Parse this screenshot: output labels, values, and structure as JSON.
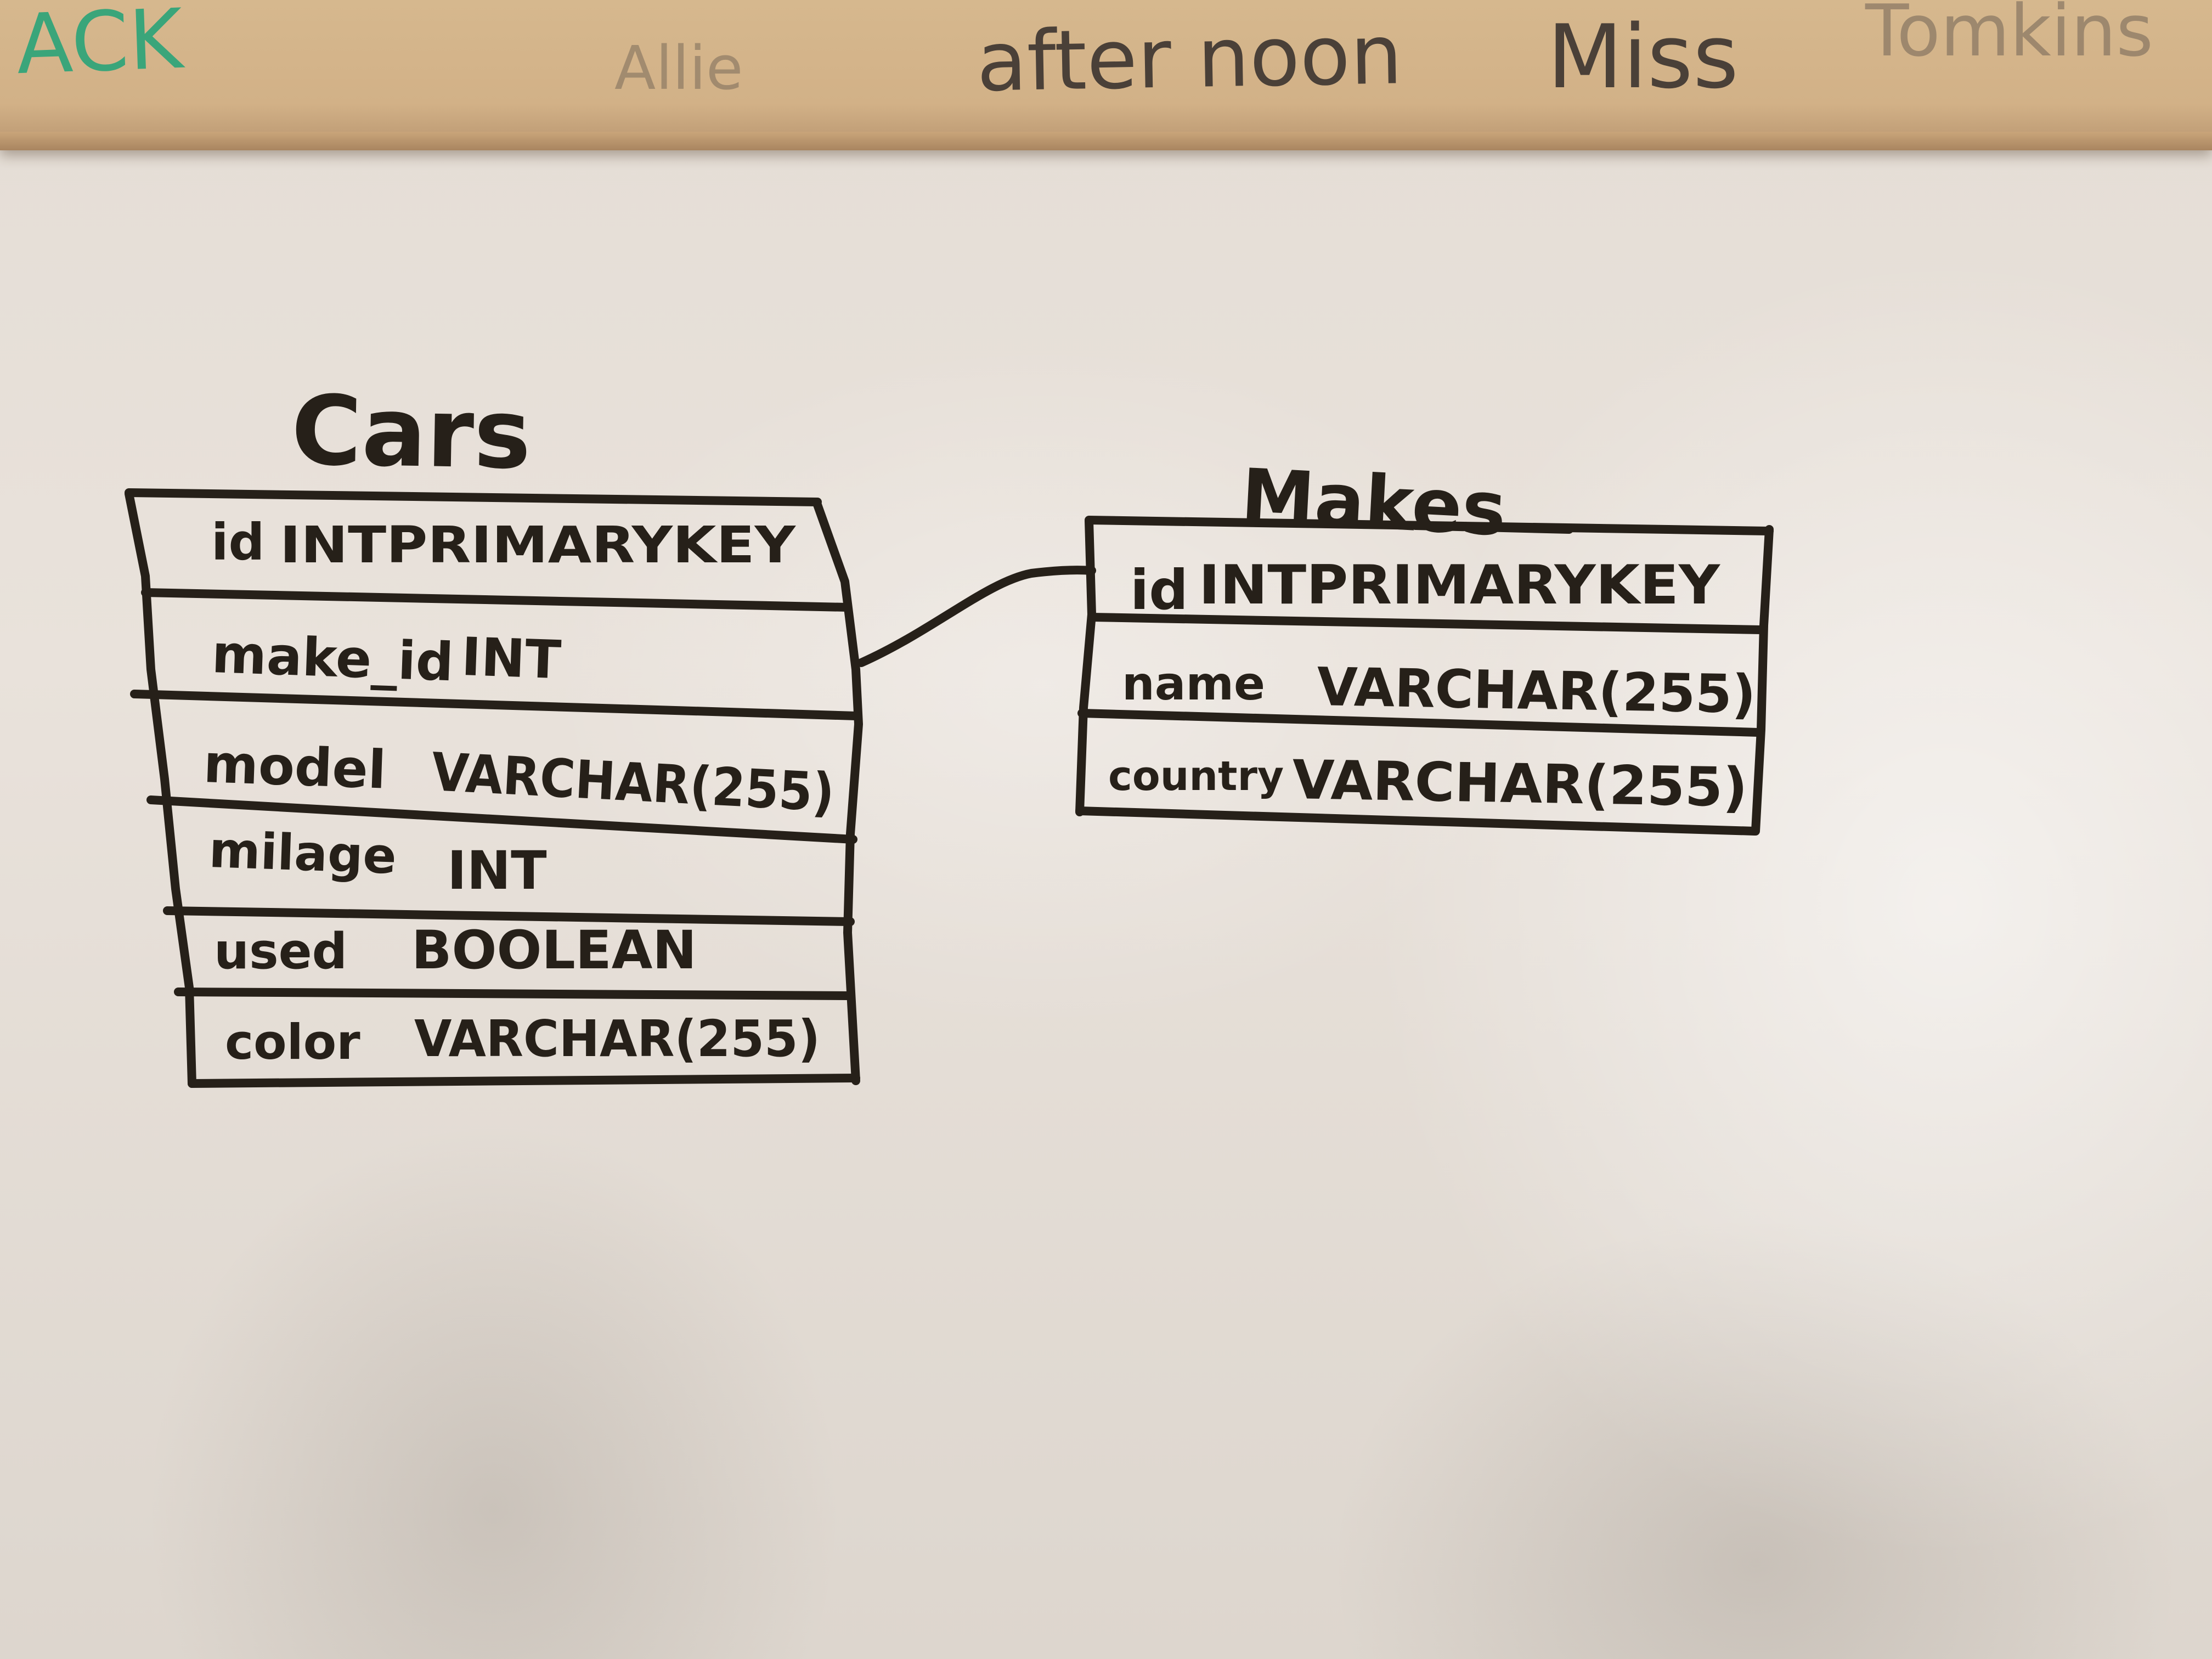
{
  "ledge_scrawls": [
    {
      "text": "ACK",
      "color": "#3aa57a"
    },
    {
      "text": "Allie",
      "color": "#8a7b6a"
    },
    {
      "text": "after noon",
      "color": "#4a4038"
    },
    {
      "text": "Miss",
      "color": "#4a4038"
    },
    {
      "text": "Tomkins",
      "color": "#8a7b6a"
    }
  ],
  "ink_color": "#262019",
  "tables": [
    {
      "name": "Cars",
      "rows": [
        {
          "column": "id",
          "type": "INTPRIMARYKEY"
        },
        {
          "column": "make_id",
          "type": "INT"
        },
        {
          "column": "model",
          "type": "VARCHAR(255)"
        },
        {
          "column": "milage",
          "type": "INT"
        },
        {
          "column": "used",
          "type": "BOOLEAN"
        },
        {
          "column": "color",
          "type": "VARCHAR(255)"
        }
      ]
    },
    {
      "name": "Makes",
      "rows": [
        {
          "column": "id",
          "type": "INTPRIMARYKEY"
        },
        {
          "column": "name",
          "type": "VARCHAR(255)"
        },
        {
          "column": "country",
          "type": "VARCHAR(255)"
        }
      ]
    }
  ],
  "relationship": {
    "from_table": "Cars",
    "from_column": "make_id",
    "to_table": "Makes",
    "to_column": "id"
  }
}
